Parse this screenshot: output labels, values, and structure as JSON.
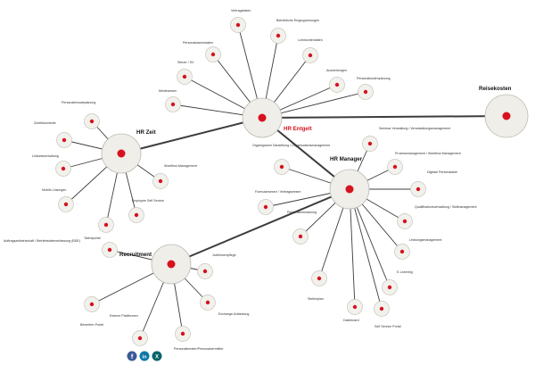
{
  "colors": {
    "edge": "#3c3c3c",
    "hub_fill": "#efeee9",
    "hub_stroke": "#bdbbb3",
    "leaf_fill": "#f2f1ec",
    "leaf_stroke": "#c6c4bc",
    "dot": "#d6121f",
    "highlight": "#d6121f"
  },
  "hubs": {
    "hr_entgelt": "HR Entgelt",
    "hr_zeit": "HR Zeit",
    "hr_manager": "HR Manager",
    "recruitment": "Recruitment",
    "reisekosten": "Reisekosten"
  },
  "leaves": {
    "hr_entgelt": [
      "Vertragsdaten",
      "Betriebliche Eingruppierungen",
      "Personalstammdaten",
      "Lohnkontendaten",
      "Steuer / SV",
      "Auswertungen",
      "Meldewesen",
      "Personalkostenplanung"
    ],
    "hr_zeit": [
      "Personaleinsatzplanung",
      "Zutrittskontrolle",
      "Urlaubsverwaltung",
      "Workflow-Management",
      "Mobile Lösungen",
      "Employee Self Service",
      "Auftragszeitwirtschaft / Betriebsdatenerfassung (BDE)"
    ],
    "hr_manager": [
      "Seminar-Verwaltung / Veranstaltungsmanagement",
      "Organigramm Darstellung / Organisationsmanagement",
      "Prozessmanagement / Workflow Management",
      "Digitale Personalakte",
      "Formularwesen / Vertragswesen",
      "Qualifikationsverwaltung / Skillmanagement",
      "Leistungsmanagement",
      "Personalentwicklung",
      "E-Learning",
      "Stellenplan",
      "Dashboard",
      "Self Service Portal"
    ],
    "recruitment": [
      "Talentportal",
      "Jobbörsenpflege",
      "Bewerber-Portal",
      "Externe Plattformen",
      "Exchange-Anbindung",
      "Personalberater/Personalvermittler"
    ]
  },
  "social": [
    "facebook-icon",
    "linkedin-icon",
    "xing-icon"
  ]
}
